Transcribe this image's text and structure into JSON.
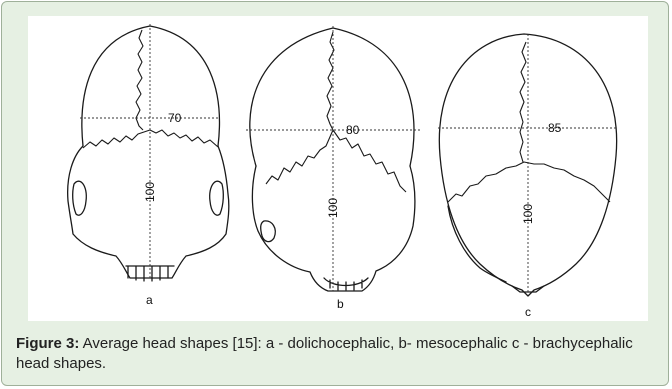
{
  "figure": {
    "skulls": [
      {
        "caption_letter": "a",
        "width_value": "70",
        "length_value": "100"
      },
      {
        "caption_letter": "b",
        "width_value": "80",
        "length_value": "100"
      },
      {
        "caption_letter": "c",
        "width_value": "85",
        "length_value": "100"
      }
    ]
  },
  "caption": {
    "label": "Figure 3:",
    "text": " Average head shapes [15]: a - dolichocephalic, b-  mesocephalic c - brachycephalic head shapes."
  },
  "colors": {
    "frame_background": "#e6f0e3",
    "frame_border": "#9fb09a",
    "panel_background": "#ffffff"
  }
}
